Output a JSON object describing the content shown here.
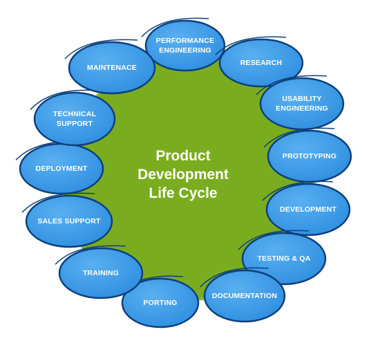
{
  "title": {
    "lines": [
      "Product",
      "Development",
      "Life Cycle"
    ]
  },
  "colors": {
    "center_fill": "#7aac1f",
    "center_edge": "#8cbe2a",
    "petal_fill": "#2f8fe0",
    "petal_light": "#5ab0f0",
    "petal_stroke": "#0d3f7c",
    "label_text": "#ffffff"
  },
  "steps": [
    {
      "lines": [
        "PERFORMANCE",
        "ENGINEERING"
      ]
    },
    {
      "lines": [
        "RESEARCH"
      ]
    },
    {
      "lines": [
        "USABILITY",
        "ENGINEERING"
      ]
    },
    {
      "lines": [
        "PROTOTYPING"
      ]
    },
    {
      "lines": [
        "DEVELOPMENT"
      ]
    },
    {
      "lines": [
        "TESTING & QA"
      ]
    },
    {
      "lines": [
        "DOCUMENTATION"
      ]
    },
    {
      "lines": [
        "PORTING"
      ]
    },
    {
      "lines": [
        "TRAINING"
      ]
    },
    {
      "lines": [
        "SALES SUPPORT"
      ]
    },
    {
      "lines": [
        "DEPLOYMENT"
      ]
    },
    {
      "lines": [
        "TECHNICAL",
        "SUPPORT"
      ]
    },
    {
      "lines": [
        "MAINTENACE"
      ]
    }
  ]
}
